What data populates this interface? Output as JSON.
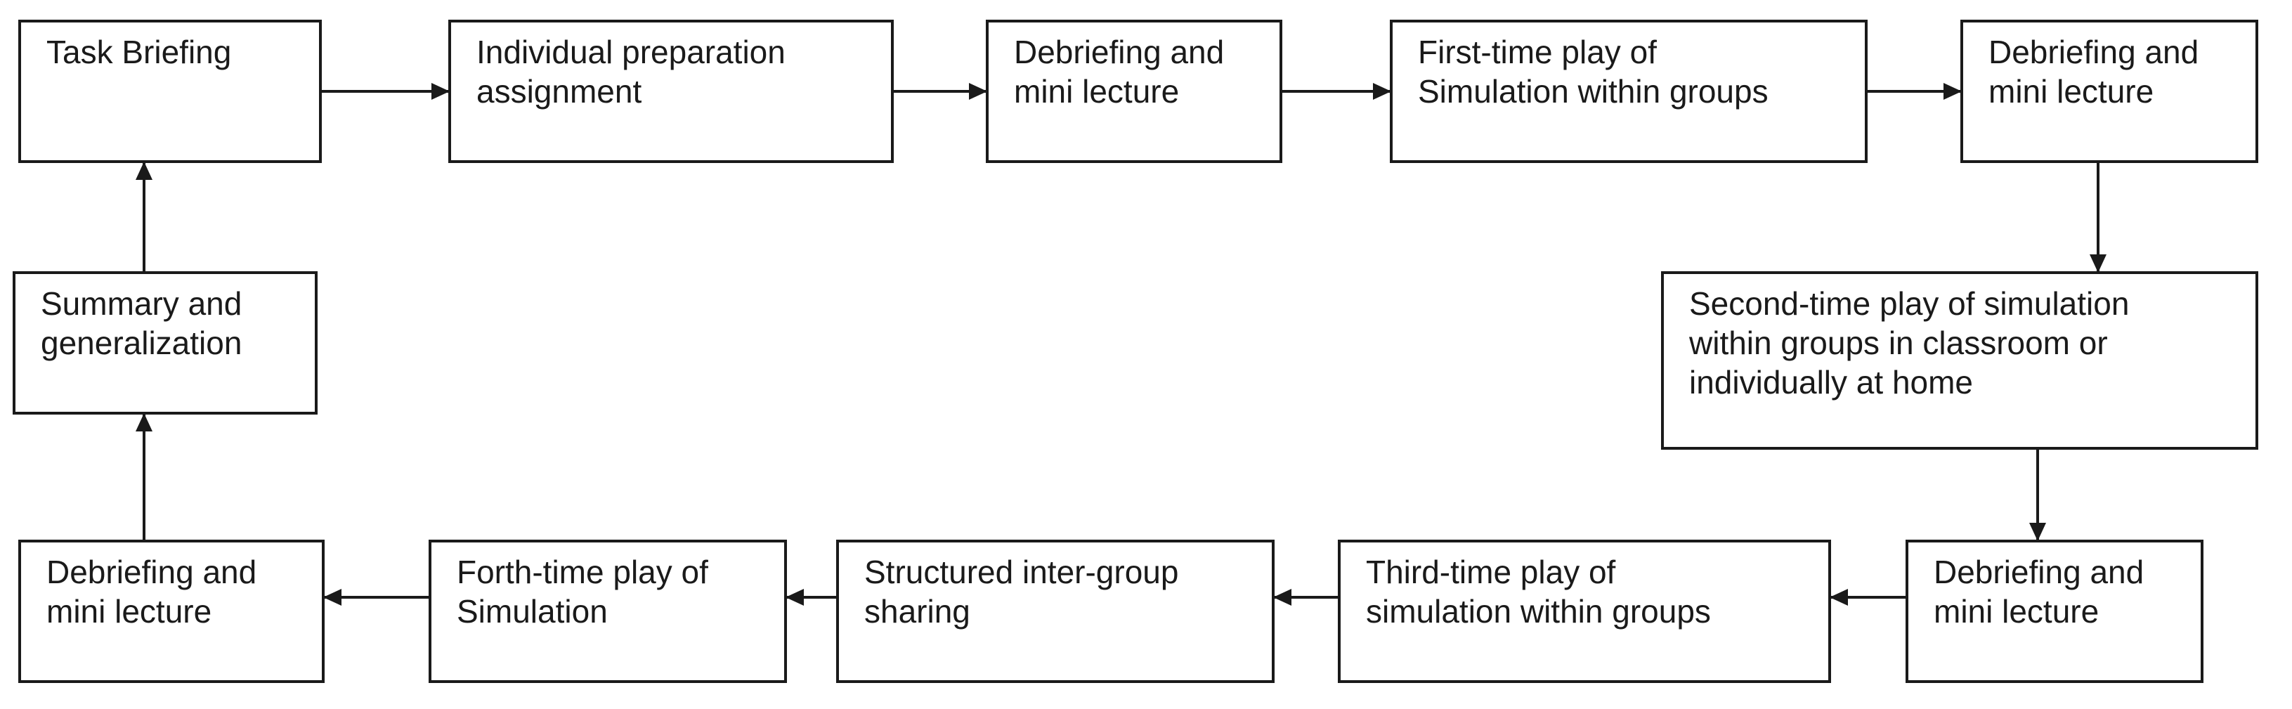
{
  "nodes": [
    {
      "id": "task-briefing",
      "lines": [
        "Task Briefing"
      ]
    },
    {
      "id": "individual-preparation",
      "lines": [
        "Individual preparation",
        "assignment"
      ]
    },
    {
      "id": "debrief-1",
      "lines": [
        "Debriefing and",
        "mini lecture"
      ]
    },
    {
      "id": "first-play",
      "lines": [
        "First-time play of",
        "Simulation within groups"
      ]
    },
    {
      "id": "debrief-2",
      "lines": [
        "Debriefing and",
        "mini lecture"
      ]
    },
    {
      "id": "second-play",
      "lines": [
        "Second-time play of simulation",
        "within groups in classroom or",
        "individually at home"
      ]
    },
    {
      "id": "debrief-3",
      "lines": [
        "Debriefing and",
        "mini lecture"
      ]
    },
    {
      "id": "third-play",
      "lines": [
        "Third-time play of",
        "simulation within groups"
      ]
    },
    {
      "id": "structured-sharing",
      "lines": [
        "Structured inter-group",
        "sharing"
      ]
    },
    {
      "id": "forth-play",
      "lines": [
        "Forth-time play of",
        "Simulation"
      ]
    },
    {
      "id": "debrief-4",
      "lines": [
        "Debriefing and",
        "mini lecture"
      ]
    },
    {
      "id": "summary",
      "lines": [
        "Summary and",
        "generalization"
      ]
    }
  ],
  "edges": [
    {
      "from": "task-briefing",
      "to": "individual-preparation"
    },
    {
      "from": "individual-preparation",
      "to": "debrief-1"
    },
    {
      "from": "debrief-1",
      "to": "first-play"
    },
    {
      "from": "first-play",
      "to": "debrief-2"
    },
    {
      "from": "debrief-2",
      "to": "second-play"
    },
    {
      "from": "second-play",
      "to": "debrief-3"
    },
    {
      "from": "debrief-3",
      "to": "third-play"
    },
    {
      "from": "third-play",
      "to": "structured-sharing"
    },
    {
      "from": "structured-sharing",
      "to": "forth-play"
    },
    {
      "from": "forth-play",
      "to": "debrief-4"
    },
    {
      "from": "debrief-4",
      "to": "summary"
    },
    {
      "from": "summary",
      "to": "task-briefing"
    }
  ]
}
